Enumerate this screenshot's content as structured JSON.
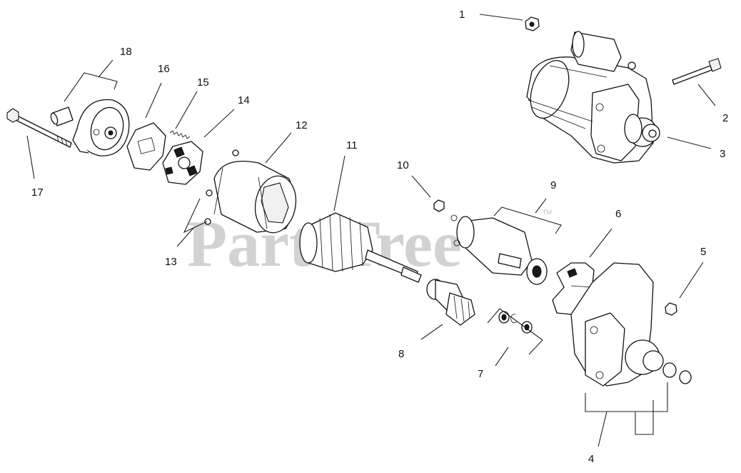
{
  "watermark": {
    "text": "PartsTree",
    "trademark": "TM"
  },
  "callouts": [
    {
      "id": "1",
      "label": "1"
    },
    {
      "id": "2",
      "label": "2"
    },
    {
      "id": "3",
      "label": "3"
    },
    {
      "id": "4",
      "label": "4"
    },
    {
      "id": "5",
      "label": "5"
    },
    {
      "id": "6",
      "label": "6"
    },
    {
      "id": "7",
      "label": "7"
    },
    {
      "id": "8",
      "label": "8"
    },
    {
      "id": "9",
      "label": "9"
    },
    {
      "id": "10",
      "label": "10"
    },
    {
      "id": "11",
      "label": "11"
    },
    {
      "id": "12",
      "label": "12"
    },
    {
      "id": "13",
      "label": "13"
    },
    {
      "id": "14",
      "label": "14"
    },
    {
      "id": "15",
      "label": "15"
    },
    {
      "id": "16",
      "label": "16"
    },
    {
      "id": "17",
      "label": "17"
    },
    {
      "id": "18",
      "label": "18"
    }
  ]
}
